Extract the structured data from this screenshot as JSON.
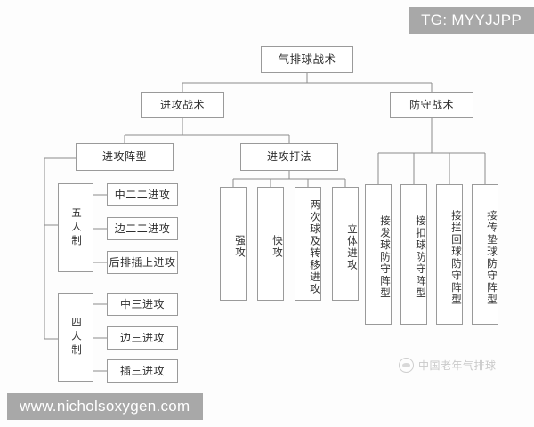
{
  "overlays": {
    "tg_banner": "TG: MYYJJPP",
    "url_banner": "www.nicholsoxygen.com",
    "watermark_text": "中国老年气排球",
    "watermark_logo": "volleyball-logo-icon",
    "banner_color": "#a8a8a8",
    "banner_text_color": "#ffffff",
    "watermark_color": "#c9c9c9"
  },
  "diagram": {
    "type": "tree",
    "box_border_color": "#9a9a9a",
    "line_color": "#8c8c8c",
    "text_color": "#2e2e2e",
    "root": "气排球战术",
    "level2": {
      "offense": "进攻战术",
      "defense": "防守战术"
    },
    "level3": {
      "formation": "进攻阵型",
      "playstyle": "进攻打法"
    },
    "formation_groups": [
      {
        "label": "五人制",
        "items": [
          "中二二进攻",
          "边二二进攻",
          "后排插上进攻"
        ]
      },
      {
        "label": "四人制",
        "items": [
          "中三进攻",
          "边三进攻",
          "插三进攻"
        ]
      }
    ],
    "playstyles": [
      "强攻",
      "快攻",
      "两次球及转移进攻",
      "立体进攻"
    ],
    "defense_formations": [
      "接发球防守阵型",
      "接扣球防守阵型",
      "接拦回球防守阵型",
      "接传垫球防守阵型"
    ]
  }
}
